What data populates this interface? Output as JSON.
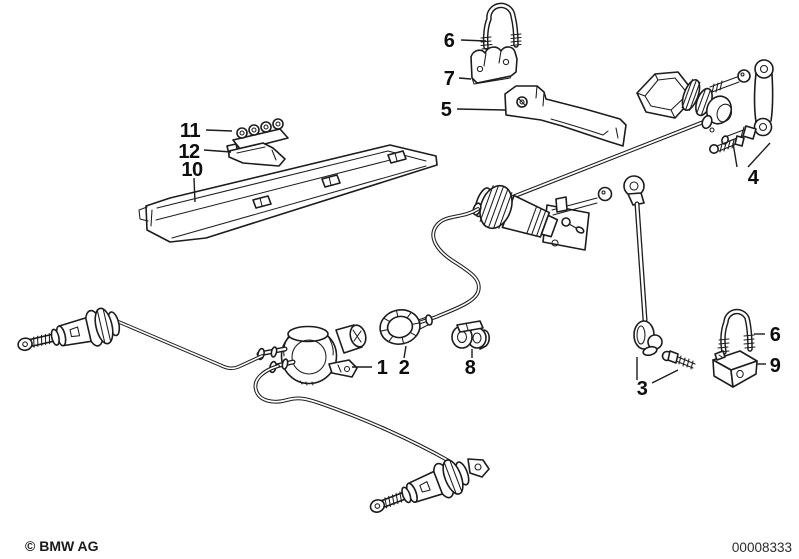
{
  "meta": {
    "copyright": "© BMW AG",
    "document_number": "00008333"
  },
  "diagram": {
    "description": "BMW parts diagram - throttle/cruise control bowden cable assembly with actuators, brackets and clamps",
    "labels": [
      {
        "text": "6"
      },
      {
        "text": "7"
      },
      {
        "text": "5"
      },
      {
        "text": "11"
      },
      {
        "text": "12"
      },
      {
        "text": "10"
      },
      {
        "text": "4"
      },
      {
        "text": "1"
      },
      {
        "text": "2"
      },
      {
        "text": "8"
      },
      {
        "text": "3"
      },
      {
        "text": "6"
      },
      {
        "text": "9"
      }
    ]
  }
}
